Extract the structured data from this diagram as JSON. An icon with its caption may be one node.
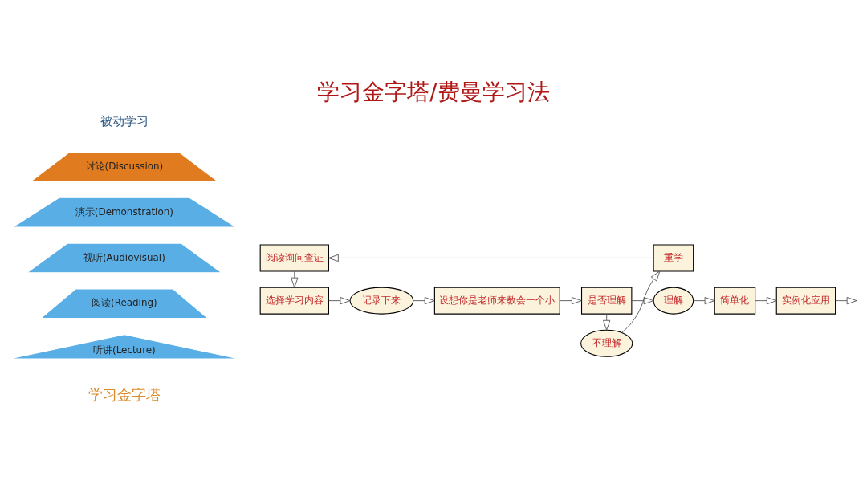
{
  "diagram": {
    "title": "学习金字塔/费曼学习法",
    "nodes": [
      {
        "text": [
          "听讲(Lecture)"
        ]
      },
      {
        "text": [
          "阅读(Reading)"
        ]
      },
      {
        "text": [
          "视听(Audiovisual)"
        ]
      },
      {
        "text": [
          "演示(Demonstration)"
        ]
      },
      {
        "text": [
          "讨论(Discussion)"
        ]
      },
      {
        "text": [
          "阅读询问查证"
        ]
      },
      {
        "text": [
          "重学"
        ]
      },
      {
        "text": [
          "不理解"
        ]
      },
      {
        "text": [
          "选择学习内容"
        ]
      },
      {
        "text": [
          "记录下来"
        ]
      },
      {
        "text": [
          "设想你是老师来教会一个小"
        ]
      },
      {
        "text": [
          "是否理解"
        ]
      },
      {
        "text": [
          "理解"
        ]
      },
      {
        "text": [
          "简单化"
        ]
      },
      {
        "text": [
          "实例化应用"
        ]
      }
    ],
    "edges": [
      {
        "from": 7,
        "to": 6,
        "arrow": "to"
      },
      {
        "from": 6,
        "to": 5,
        "arrow": "to"
      },
      {
        "from": 5,
        "to": 8,
        "arrow": "to"
      },
      {
        "from": 8,
        "to": 9,
        "arrow": "to"
      },
      {
        "from": 9,
        "to": 10,
        "arrow": "to"
      },
      {
        "from": 10,
        "to": 11,
        "arrow": "to"
      },
      {
        "from": 11,
        "to": 7,
        "arrow": "to"
      },
      {
        "from": 11,
        "to": 12,
        "arrow": "to"
      },
      {
        "from": 12,
        "to": 13,
        "arrow": "to"
      },
      {
        "from": 13,
        "to": 14,
        "arrow": "to"
      },
      {
        "from": 14,
        "to": null,
        "arrow": "to"
      }
    ],
    "labels": [
      "学习金字塔",
      "被动学习"
    ]
  }
}
